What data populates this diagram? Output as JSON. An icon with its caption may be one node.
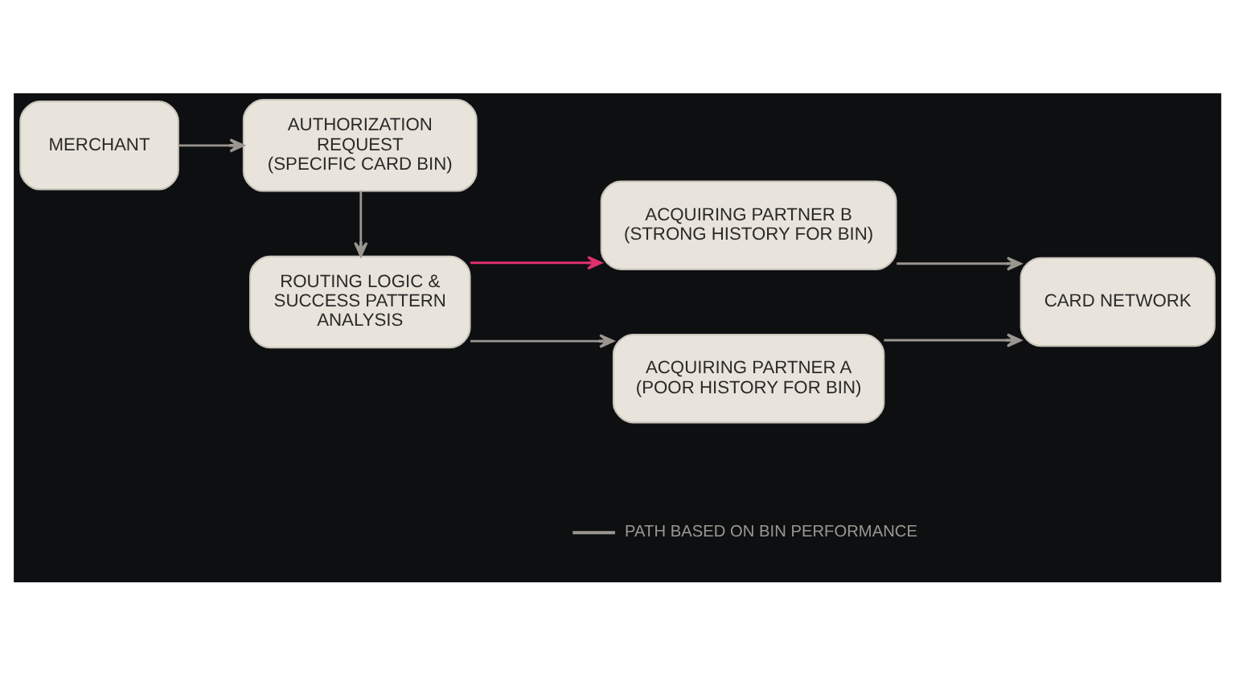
{
  "diagram": {
    "nodes": [
      {
        "text": [
          "MERCHANT"
        ]
      },
      {
        "text": [
          "AUTHORIZATION REQUEST",
          "(SPECIFIC CARD BIN)"
        ]
      },
      {
        "text": [
          "ROUTING LOGIC & SUCCESS PATTERN ANALYSIS"
        ]
      },
      {
        "text": [
          "ACQUIRING PARTNER B",
          "(STRONG HISTORY FOR BIN)"
        ]
      },
      {
        "text": [
          "ACQUIRING PARTNER A",
          "(POOR HISTORY FOR BIN)"
        ]
      },
      {
        "text": [
          "CARD NETWORK"
        ]
      }
    ],
    "edges": [
      {
        "from": 0,
        "to": 1,
        "arrow": "to"
      },
      {
        "from": 1,
        "to": 2,
        "arrow": "to"
      },
      {
        "from": 2,
        "to": 3,
        "arrow": "to",
        "color": "#e0306e"
      },
      {
        "from": 2,
        "to": 4,
        "arrow": "to"
      },
      {
        "from": 3,
        "to": 5,
        "arrow": "to"
      },
      {
        "from": 4,
        "to": 5,
        "arrow": "to"
      }
    ],
    "legend": [
      {
        "text": "PATH BASED ON BIN PERFORMANCE"
      }
    ]
  }
}
